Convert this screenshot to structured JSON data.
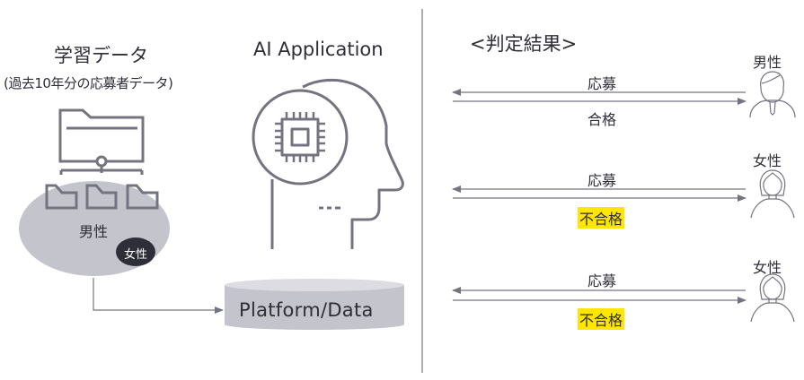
{
  "left": {
    "title": "学習データ",
    "subtitle": "(過去10年分の応募者データ)",
    "dataset": {
      "majority_label": "男性",
      "minority_label": "女性"
    },
    "icons": [
      "network-folder-icon",
      "folder-icon",
      "folder-icon",
      "folder-icon"
    ]
  },
  "middle": {
    "title": "AI Application",
    "icon": "ai-head-chip-icon",
    "platform_label": "Platform/Data"
  },
  "right": {
    "title": "<判定結果>",
    "rows": [
      {
        "applicant": "男性",
        "request_label": "応募",
        "result_label": "合格",
        "highlighted": false,
        "icon": "male-user-icon"
      },
      {
        "applicant": "女性",
        "request_label": "応募",
        "result_label": "不合格",
        "highlighted": true,
        "icon": "female-user-icon"
      },
      {
        "applicant": "女性",
        "request_label": "応募",
        "result_label": "不合格",
        "highlighted": true,
        "icon": "female-user-icon"
      }
    ]
  },
  "colors": {
    "icon_stroke": "#747480",
    "ellipse_fill": "#c4c4cd",
    "badge_fill": "#2e2e38",
    "highlight": "#ffe600",
    "divider": "#747480",
    "text": "#2e2e38"
  }
}
